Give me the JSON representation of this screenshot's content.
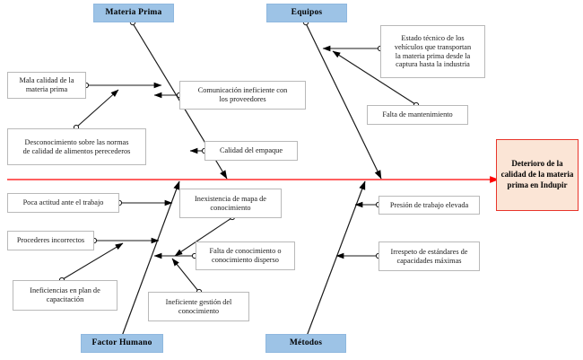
{
  "diagram": {
    "type": "fishbone-ishikawa",
    "spine_color": "#ff0000",
    "category_box_color": "#9dc3e6",
    "effect_box_fill": "#fbe5d6",
    "effect_box_border": "#e8352b",
    "cause_box_fill": "#ffffff",
    "cause_box_border": "#b9b9b9",
    "bone_color": "#000000"
  },
  "effect": {
    "label": "Deterioro de la calidad de la materia prima en Indupir"
  },
  "categories": [
    {
      "id": "materia-prima",
      "label": "Materia Prima",
      "position": "top-left"
    },
    {
      "id": "equipos",
      "label": "Equipos",
      "position": "top-right"
    },
    {
      "id": "factor-humano",
      "label": "Factor Humano",
      "position": "bottom-left"
    },
    {
      "id": "metodos",
      "label": "Métodos",
      "position": "bottom-right"
    }
  ],
  "causes": {
    "materia_prima": [
      {
        "label": "Mala calidad de la\nmateria prima"
      },
      {
        "label": "Desconocimiento sobre las normas\nde calidad de alimentos perecederos"
      },
      {
        "label": "Comunicación ineficiente con\nlos proveedores"
      },
      {
        "label": "Calidad del empaque"
      }
    ],
    "equipos": [
      {
        "label": "Estado técnico de los\nvehículos que transportan\nla materia prima desde la\ncaptura hasta la industria"
      },
      {
        "label": "Falta de mantenimiento"
      }
    ],
    "factor_humano": [
      {
        "label": "Poca actitud ante el trabajo"
      },
      {
        "label": "Procederes incorrectos"
      },
      {
        "label": "Ineficiencias en plan de\ncapacitación"
      },
      {
        "label": "Inexistencia de mapa de\nconocimiento"
      },
      {
        "label": "Falta de conocimiento o\nconocimiento disperso"
      },
      {
        "label": "Ineficiente gestión del\nconocimiento"
      }
    ],
    "metodos": [
      {
        "label": "Presión de trabajo elevada"
      },
      {
        "label": "Irrespeto de estándares de\ncapacidades máximas"
      }
    ]
  }
}
